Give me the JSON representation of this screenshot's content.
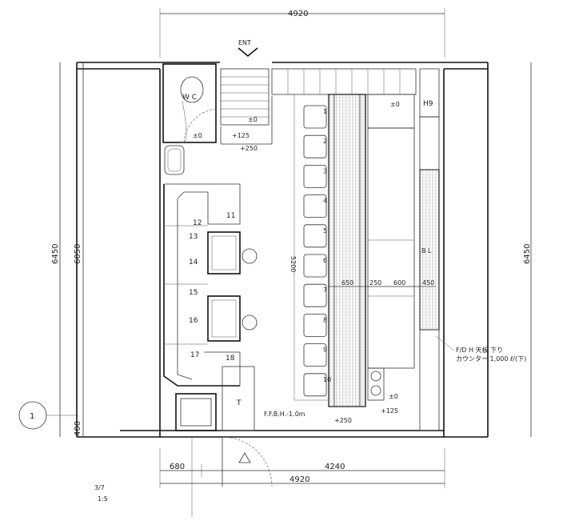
{
  "dimensions": {
    "top_width": "4920",
    "bottom_width": "4920",
    "bottom_inner": "4240",
    "bottom_left": "680",
    "left_outer_height": "6450",
    "left_inner_height": "6050",
    "left_bottom": "400",
    "right_height": "6450",
    "counter_length": "5200",
    "counter_depth": "650",
    "gap_250": "250",
    "gap_600": "600",
    "shelf_450": "450"
  },
  "levels": {
    "entrance_step": "+125",
    "entrance_floor": "+250",
    "back_zero": "±0",
    "wc_zero": "±0",
    "counter_zero": "±0",
    "bottom_125": "+125",
    "bottom_250": "+250"
  },
  "labels": {
    "entrance": "ENT",
    "wc": "W C",
    "h9": "H9",
    "bl": "B L",
    "grid_axis": "1",
    "t_mark": "T",
    "shelf_note_1": "F/D H 天板 下り",
    "shelf_note_2": "カウンター 1,000 ℓ/(下)",
    "floor_note": "F.F.B.H.-1.0m",
    "margin_note": "3/7\n1:5"
  },
  "counter_seats": [
    "1",
    "2",
    "3",
    "4",
    "5",
    "6",
    "7",
    "8",
    "9",
    "10"
  ],
  "booth_seats": [
    "11",
    "12",
    "13",
    "14",
    "15",
    "16",
    "17",
    "18"
  ],
  "symbols": {
    "compass": "north-arrow-icon",
    "grid": "grid-axis-icon"
  }
}
